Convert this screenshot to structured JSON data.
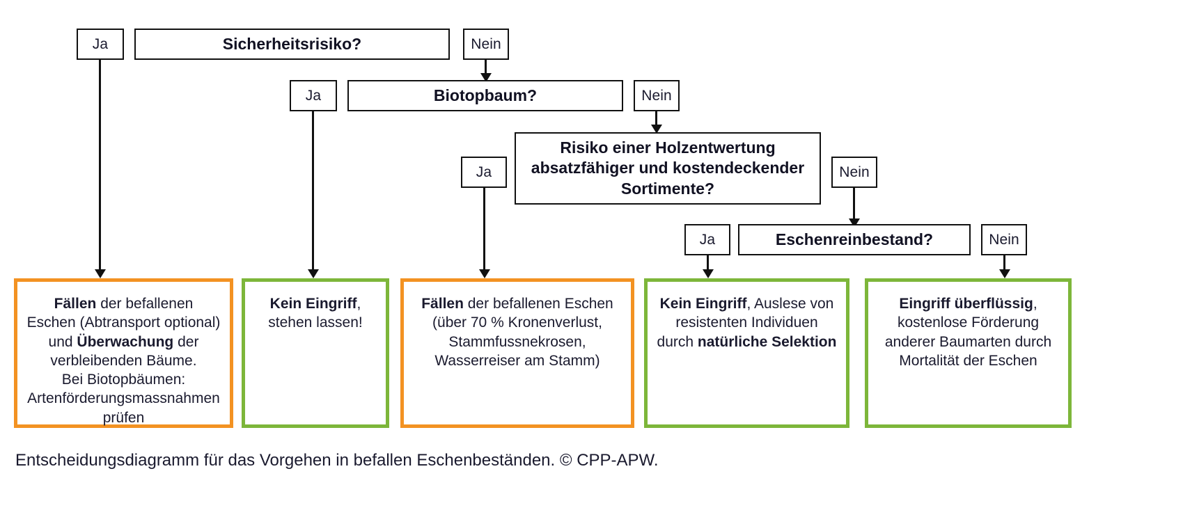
{
  "diagram": {
    "title_caption": "Entscheidungsdiagramm für das Vorgehen in befallen Eschenbeständen. © CPP-APW.",
    "colors": {
      "orange": "#F39222",
      "green": "#7DB63A",
      "line": "#111111",
      "text": "#1a1a2e"
    },
    "labels": {
      "yes": "Ja",
      "no": "Nein"
    },
    "decisions": [
      {
        "id": "sicherheitsrisiko",
        "question": "Sicherheitsrisiko?",
        "yes": "Ja",
        "no": "Nein"
      },
      {
        "id": "biotopbaum",
        "question": "Biotopbaum?",
        "yes": "Ja",
        "no": "Nein"
      },
      {
        "id": "holzentwertung",
        "question": "Risiko einer Holzentwertung absatzfähiger und kostendeckender Sortimente?",
        "question_lines": [
          "Risiko einer Holzentwertung",
          "absatzfähiger und kostendeckender",
          "Sortimente?"
        ],
        "yes": "Ja",
        "no": "Nein"
      },
      {
        "id": "eschenreinbestand",
        "question": "Eschenreinbestand?",
        "yes": "Ja",
        "no": "Nein"
      }
    ],
    "results": [
      {
        "id": "result-1",
        "color": "orange",
        "lines": [
          [
            {
              "t": "Fällen",
              "b": true
            },
            {
              "t": " der befallenen",
              "b": false
            }
          ],
          [
            {
              "t": "Eschen (Abtransport optional)",
              "b": false
            }
          ],
          [
            {
              "t": "und ",
              "b": false
            },
            {
              "t": "Überwachung",
              "b": true
            },
            {
              "t": " der",
              "b": false
            }
          ],
          [
            {
              "t": "verbleibenden Bäume.",
              "b": false
            }
          ],
          [
            {
              "t": "Bei Biotopbäumen:",
              "b": false
            }
          ],
          [
            {
              "t": "Artenförderungsmassnahmen",
              "b": false
            }
          ],
          [
            {
              "t": "prüfen",
              "b": false
            }
          ]
        ]
      },
      {
        "id": "result-2",
        "color": "green",
        "lines": [
          [
            {
              "t": "Kein Eingriff",
              "b": true
            },
            {
              "t": ",",
              "b": false
            }
          ],
          [
            {
              "t": "stehen lassen!",
              "b": false
            }
          ]
        ]
      },
      {
        "id": "result-3",
        "color": "orange",
        "lines": [
          [
            {
              "t": "Fällen",
              "b": true
            },
            {
              "t": " der befallenen Eschen",
              "b": false
            }
          ],
          [
            {
              "t": "(über 70 % Kronenverlust,",
              "b": false
            }
          ],
          [
            {
              "t": "Stammfussnekrosen,",
              "b": false
            }
          ],
          [
            {
              "t": "Wasserreiser am Stamm)",
              "b": false
            }
          ]
        ]
      },
      {
        "id": "result-4",
        "color": "green",
        "lines": [
          [
            {
              "t": "Kein Eingriff",
              "b": true
            },
            {
              "t": ", Auslese von",
              "b": false
            }
          ],
          [
            {
              "t": "resistenten Individuen",
              "b": false
            }
          ],
          [
            {
              "t": "durch ",
              "b": false
            },
            {
              "t": "natürliche Selektion",
              "b": true
            }
          ]
        ]
      },
      {
        "id": "result-5",
        "color": "green",
        "lines": [
          [
            {
              "t": "Eingriff überflüssig",
              "b": true
            },
            {
              "t": ",",
              "b": false
            }
          ],
          [
            {
              "t": "kostenlose Förderung",
              "b": false
            }
          ],
          [
            {
              "t": "anderer Baumarten durch",
              "b": false
            }
          ],
          [
            {
              "t": "Mortalität der Eschen",
              "b": false
            }
          ]
        ]
      }
    ]
  }
}
